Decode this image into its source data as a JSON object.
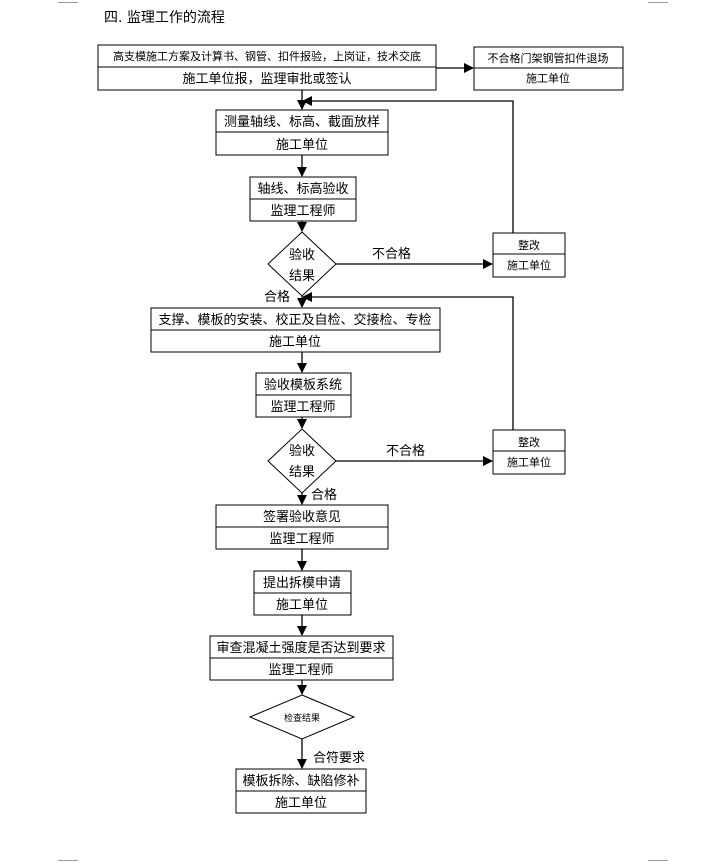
{
  "title": "四. 监理工作的流程",
  "boxes": {
    "b1": {
      "top": "高支模施工方案及计算书、钢管、扣件报验，上岗证，技术交底",
      "bottom": "施工单位报，监理审批或签认"
    },
    "b_reject": {
      "top": "不合格门架钢管扣件退场",
      "bottom": "施工单位"
    },
    "b2": {
      "top": "测量轴线、标高、截面放样",
      "bottom": "施工单位"
    },
    "b3": {
      "top": "轴线、标高验收",
      "bottom": "监理工程师"
    },
    "rect1": {
      "top": "整改",
      "bottom": "施工单位"
    },
    "b4": {
      "top": "支撑、模板的安装、校正及自检、交接检、专检",
      "bottom": "施工单位"
    },
    "b5": {
      "top": "验收模板系统",
      "bottom": "监理工程师"
    },
    "rect2": {
      "top": "整改",
      "bottom": "施工单位"
    },
    "b6": {
      "top": "签署验收意见",
      "bottom": "监理工程师"
    },
    "b7": {
      "top": "提出拆模申请",
      "bottom": "施工单位"
    },
    "b8": {
      "top": "审查混凝土强度是否达到要求",
      "bottom": "监理工程师"
    },
    "b9": {
      "top": "模板拆除、缺陷修补",
      "bottom": "施工单位"
    }
  },
  "decisions": {
    "d1": {
      "line1": "验收",
      "line2": "结果"
    },
    "d2": {
      "line1": "验收",
      "line2": "结果"
    },
    "d3": {
      "label": "检查结果"
    }
  },
  "edge_labels": {
    "fail1": "不合格",
    "pass1": "合格",
    "fail2": "不合格",
    "pass2": "合格",
    "meets": "合符要求"
  }
}
